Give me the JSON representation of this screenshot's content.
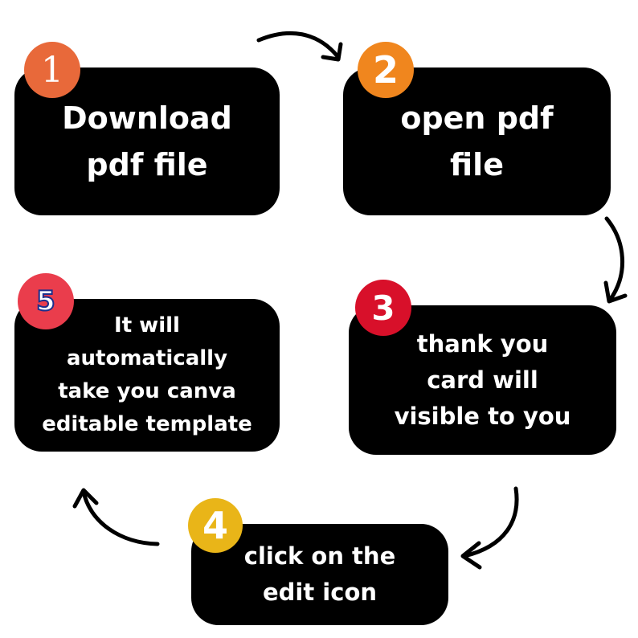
{
  "colors": {
    "box_bg": "#000000",
    "text": "#ffffff",
    "badge1": "#e8693a",
    "badge2": "#f0861e",
    "badge3": "#d8102a",
    "badge4": "#e9b518",
    "badge5": "#ea3d4c"
  },
  "steps": [
    {
      "number": "1",
      "lines": [
        "Download",
        "pdf file"
      ]
    },
    {
      "number": "2",
      "lines": [
        "open pdf",
        "file"
      ]
    },
    {
      "number": "3",
      "lines": [
        "thank you",
        "card will",
        "visible to you"
      ]
    },
    {
      "number": "4",
      "lines": [
        "click on the",
        "edit icon"
      ]
    },
    {
      "number": "5",
      "lines": [
        "It will",
        "automatically",
        "take you canva",
        "editable template"
      ]
    }
  ]
}
